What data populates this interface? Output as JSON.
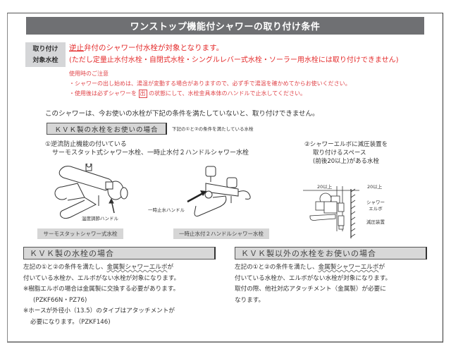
{
  "page": {
    "title": "ワンストップ機能付シャワーの取り付け条件"
  },
  "target": {
    "label_line1": "取り付け",
    "label_line2": "対象水栓",
    "main_prefix": "逆止",
    "main_rest": "弁付のシャワー付水栓が対象となります。",
    "exclusion": "(ただし定量止水付水栓・自閉式水栓・シングルレバー式水栓・ソーラー用水栓には取り付けできません)"
  },
  "caution": {
    "heading": "使用時のご注意",
    "line1": "・シャワーの出し始めは、湯温が変動する場合がありますので、必ず手で湯温を確かめてからお使いください。",
    "line2_pre": "・使用後は必ずシャワーを",
    "line2_icon": "出",
    "line2_post": "の状態にして、水栓金具本体のハンドルで止水してください。"
  },
  "conditions": {
    "intro": "このシャワーは、今お使いの水栓が下記の条件を満たしていないと、取り付けできません。",
    "kvk_box": "ＫＶＫ製の水栓をお使いの場合",
    "kvk_note": "下記の①と②の条件を満たしている水栓",
    "cond1_line1": "①逆流防止機能の付いている",
    "cond1_line2": "サーモスタット式シャワー水栓、一時止水付２ハンドルシャワー水栓",
    "cond2_line1": "②シャワーエルボに減圧装置を",
    "cond2_line2": "取り付けるスペース",
    "cond2_line3": "(前後20以上)がある水栓"
  },
  "figures": {
    "thermo": {
      "callout": "温度調節ハンドル",
      "caption": "サーモスタットシャワー式水栓"
    },
    "two_handle": {
      "callout": "一時止水ハンドル",
      "caption": "一時止水付２ハンドルシャワー水栓"
    },
    "space": {
      "dim_left": "20以上",
      "dim_right": "20以上",
      "elbow_label_1": "シャワー",
      "elbow_label_2": "エルボ",
      "reducer_label": "減圧装置"
    }
  },
  "kvk_section": {
    "header": "ＫＶＫ製の水栓の場合",
    "line1_pre": "左記の①と②の条件を満たし、",
    "line1_wavy": "金属製シャワーエルボ",
    "line1_post": "が",
    "line2": "付いている水栓か、エルボがない水栓が対象になります。",
    "line3": "※樹脂エルボの場合は金属製に交換する必要があります。",
    "line4": "(PZKF66N・PZ76)",
    "line5": "※ホースが外径小（13.5）のタイプはアタッチメントが",
    "line6": "必要になります。（PZKF146)"
  },
  "other_section": {
    "header": "ＫＶＫ製以外の水栓をお使いの場合",
    "line1_pre": "左記の①と②の条件を満たし、",
    "line1_wavy": "金属製シャワーエルボ",
    "line1_post": "が",
    "line2": "付いている水栓か、エルボがない水栓が対象になります。",
    "line3": "取付の際、他社対応アタッチメント（金属製）が必要に",
    "line4": "なります。"
  },
  "colors": {
    "title_bg": "#6f7073",
    "label_bg": "#d5d6d8",
    "red_text": "#e42b2b",
    "caution_text": "#e0454a",
    "box_bg": "#d6d6d6"
  }
}
